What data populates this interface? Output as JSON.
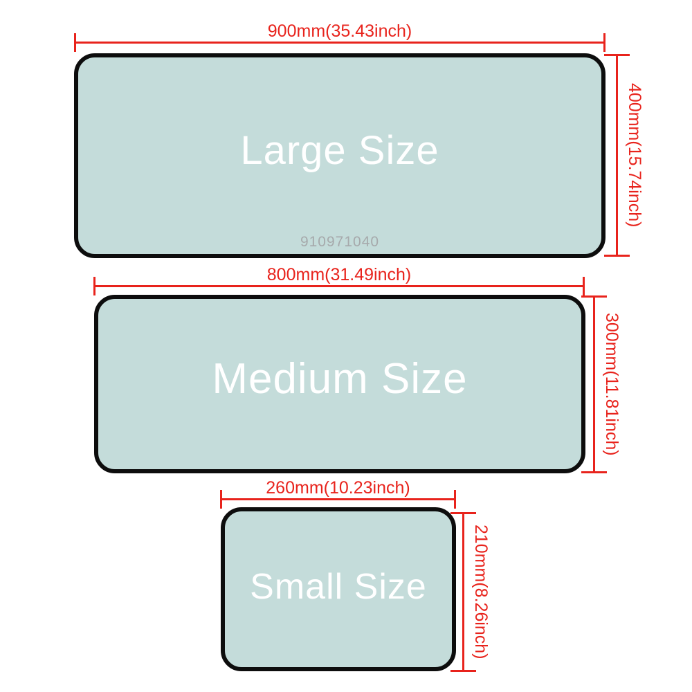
{
  "watermark": "910971040",
  "colors": {
    "pad_fill": "#c4dcda",
    "pad_border": "#0d0d0d",
    "dim_red": "#e8231c",
    "pad_text": "#ffffff",
    "watermark_gray": "#a6a9ab",
    "page_bg": "#ffffff"
  },
  "sizes": [
    {
      "name": "Large Size",
      "width_label": "900mm(35.43inch)",
      "height_label": "400mm(15.74inch)"
    },
    {
      "name": "Medium Size",
      "width_label": "800mm(31.49inch)",
      "height_label": "300mm(11.81inch)"
    },
    {
      "name": "Small Size",
      "width_label": "260mm(10.23inch)",
      "height_label": "210mm(8.26inch)"
    }
  ]
}
